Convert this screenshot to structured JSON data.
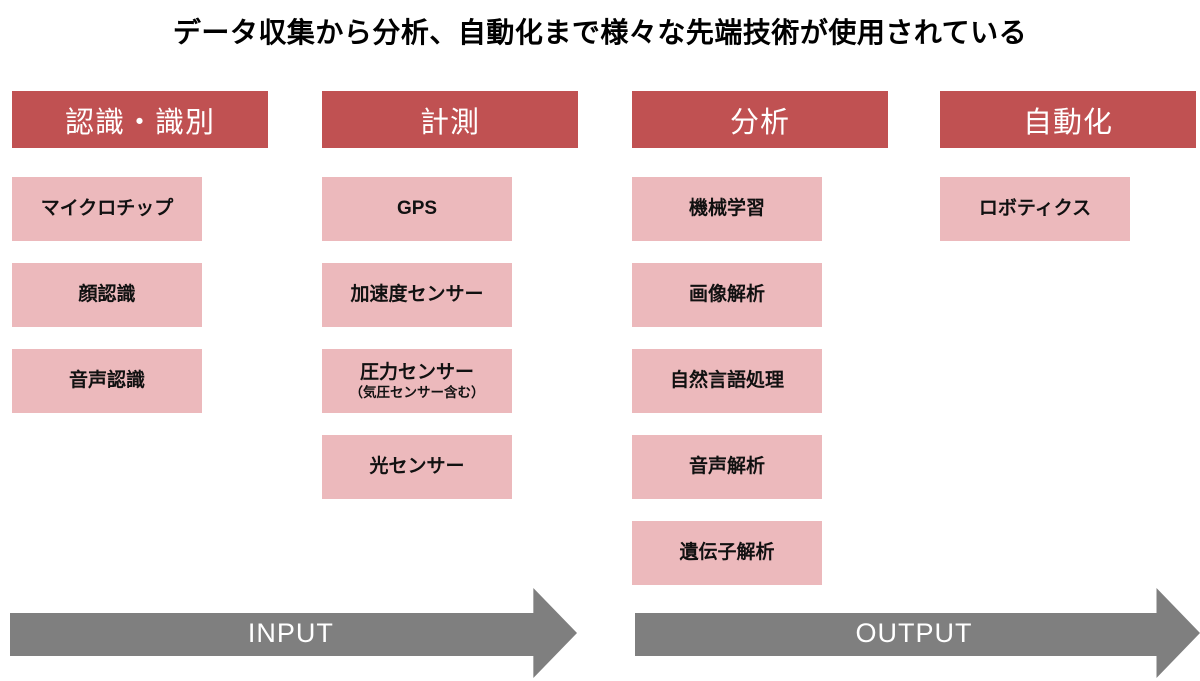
{
  "title": "データ収集から分析、自動化まで様々な先端技術が使用されている",
  "colors": {
    "header_red": "#C05152",
    "item_pink": "#ECB9BC",
    "arrow_gray": "#7F7F7F",
    "header_text": "#FFFFFF",
    "item_text": "#111111",
    "title_text": "#000000"
  },
  "columns": [
    {
      "header": "認識・識別",
      "items": [
        {
          "label": "マイクロチップ"
        },
        {
          "label": "顔認識"
        },
        {
          "label": "音声認識"
        }
      ]
    },
    {
      "header": "計測",
      "items": [
        {
          "label": "GPS"
        },
        {
          "label": "加速度センサー"
        },
        {
          "label": "圧力センサー",
          "sub": "（気圧センサー含む）"
        },
        {
          "label": "光センサー"
        }
      ]
    },
    {
      "header": "分析",
      "items": [
        {
          "label": "機械学習"
        },
        {
          "label": "画像解析"
        },
        {
          "label": "自然言語処理"
        },
        {
          "label": "音声解析"
        },
        {
          "label": "遺伝子解析"
        }
      ]
    },
    {
      "header": "自動化",
      "items": [
        {
          "label": "ロボティクス"
        }
      ]
    }
  ],
  "arrows": [
    {
      "label": "INPUT"
    },
    {
      "label": "OUTPUT"
    }
  ]
}
